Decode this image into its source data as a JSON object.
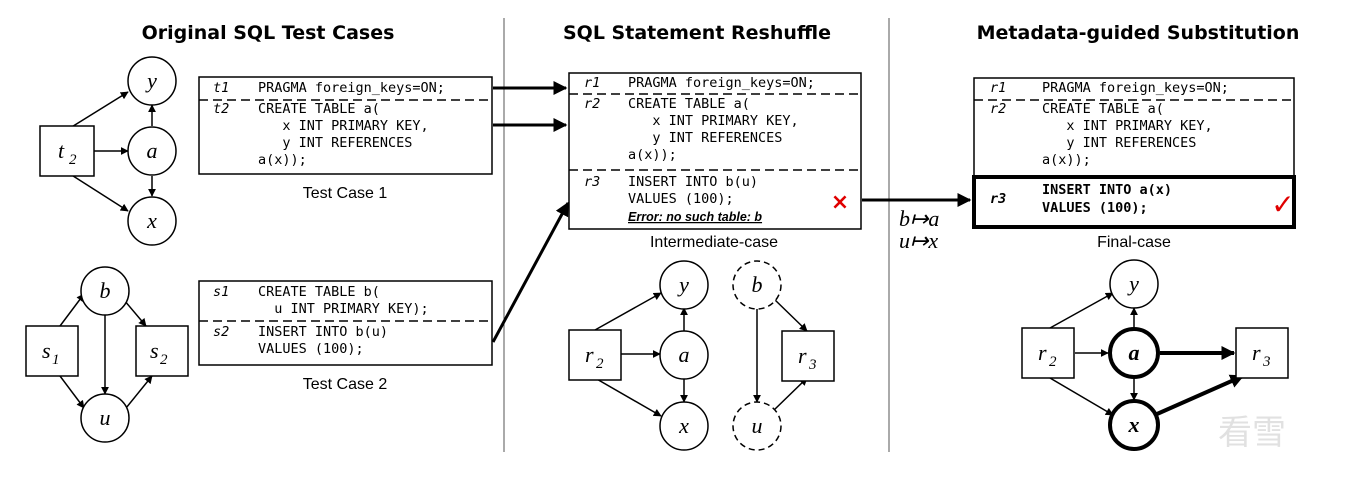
{
  "sections": {
    "original": "Original SQL Test Cases",
    "reshuffle": "SQL Statement Reshuffle",
    "substitution": "Metadata-guided Substitution"
  },
  "test_case_1": {
    "caption": "Test Case 1",
    "rows": [
      {
        "id": "t1",
        "lines": [
          "PRAGMA foreign_keys=ON;"
        ]
      },
      {
        "id": "t2",
        "lines": [
          "CREATE TABLE a(",
          "   x INT PRIMARY KEY,",
          "   y INT REFERENCES",
          "a(x));"
        ]
      }
    ]
  },
  "test_case_2": {
    "caption": "Test Case 2",
    "rows": [
      {
        "id": "s1",
        "lines": [
          "CREATE TABLE b(",
          "  u INT PRIMARY KEY);"
        ]
      },
      {
        "id": "s2",
        "lines": [
          "INSERT INTO b(u)",
          "VALUES (100);"
        ]
      }
    ]
  },
  "intermediate": {
    "caption": "Intermediate-case",
    "rows": [
      {
        "id": "r1",
        "lines": [
          "PRAGMA foreign_keys=ON;"
        ]
      },
      {
        "id": "r2",
        "lines": [
          "CREATE TABLE a(",
          "   x INT PRIMARY KEY,",
          "   y INT REFERENCES",
          "a(x));"
        ]
      },
      {
        "id": "r3",
        "lines": [
          "INSERT INTO b(u)",
          "VALUES (100);"
        ]
      }
    ],
    "error": "Error: no such table: b",
    "fail_mark": "×"
  },
  "final": {
    "caption": "Final-case",
    "rows": [
      {
        "id": "r1",
        "lines": [
          "PRAGMA foreign_keys=ON;"
        ]
      },
      {
        "id": "r2",
        "lines": [
          "CREATE TABLE a(",
          "   x INT PRIMARY KEY,",
          "   y INT REFERENCES",
          "a(x));"
        ]
      },
      {
        "id": "r3",
        "lines": [
          "INSERT INTO a(x)",
          "VALUES (100);"
        ]
      }
    ],
    "pass_mark": "✓"
  },
  "mapping": {
    "line1": "b↦a",
    "line2": "u↦x"
  },
  "graph_nodes": {
    "t": "t",
    "t_sub": "2",
    "s": "s",
    "s1_sub": "1",
    "s2_sub": "2",
    "r": "r",
    "r2_sub": "2",
    "r3_sub": "3",
    "a": "a",
    "b": "b",
    "x": "x",
    "y": "y",
    "u": "u"
  },
  "watermark": "看雪"
}
